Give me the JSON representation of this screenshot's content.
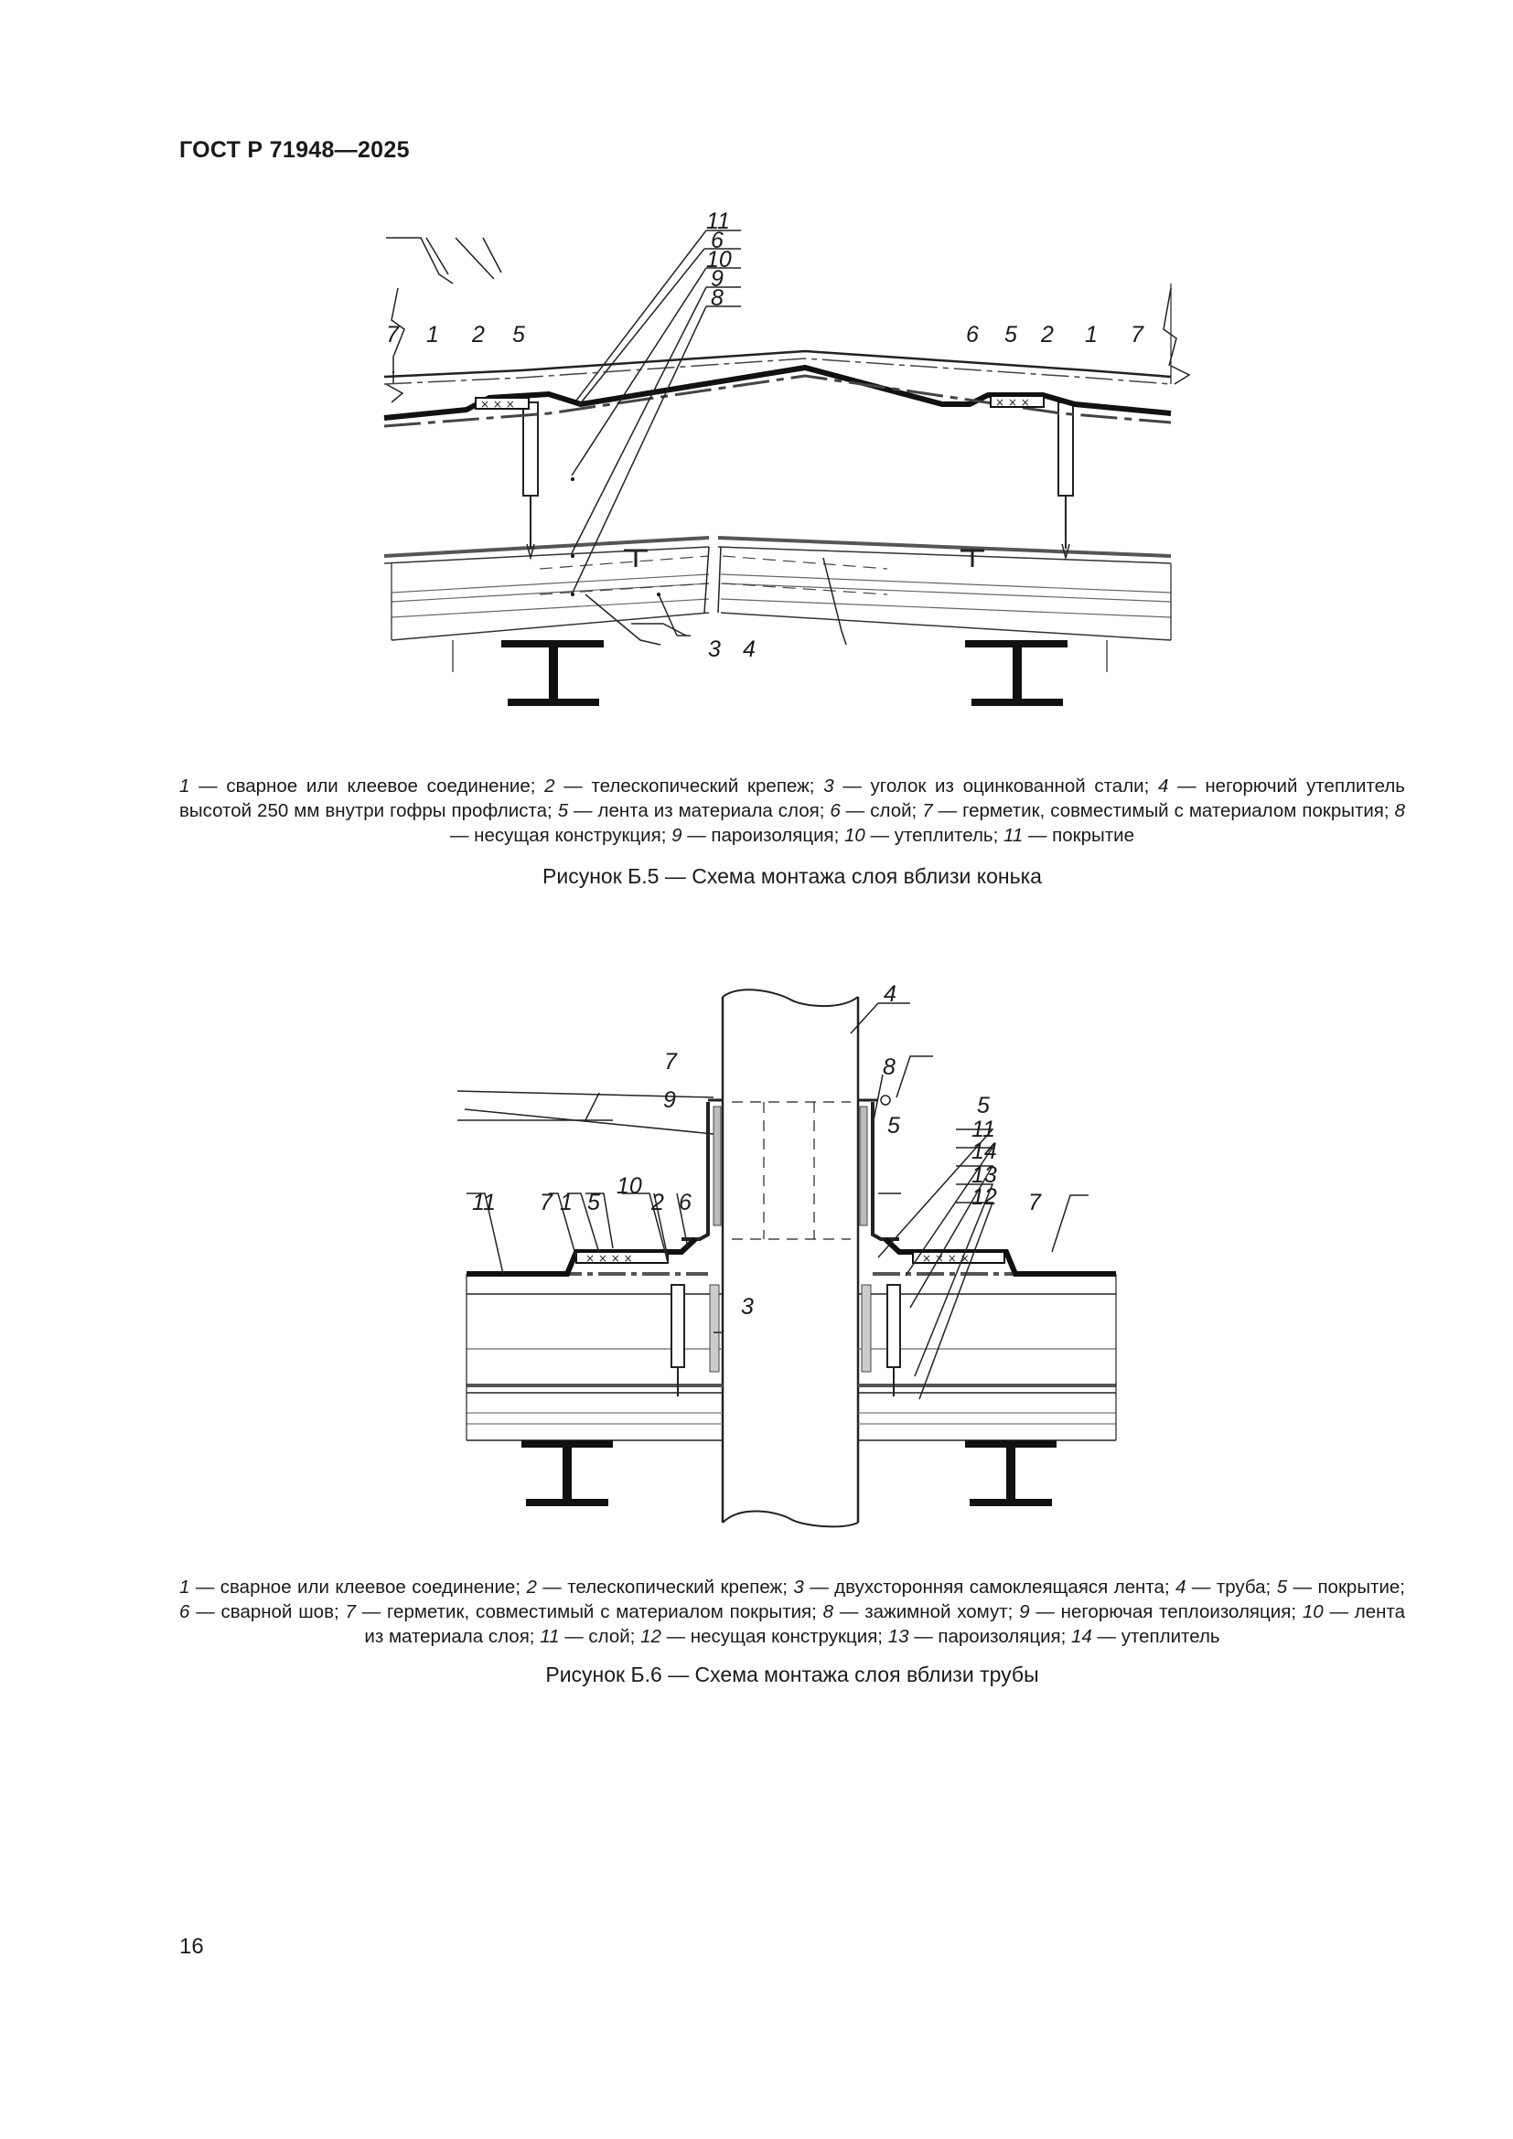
{
  "header": {
    "standard": "ГОСТ Р 71948—2025"
  },
  "figure_b5": {
    "labels": {
      "l11": "11",
      "l6": "6",
      "l10": "10",
      "l9": "9",
      "l8": "8",
      "left_7": "7",
      "left_1": "1",
      "left_2": "2",
      "left_5": "5",
      "right_6": "6",
      "right_5": "5",
      "right_2": "2",
      "right_1": "1",
      "right_7": "7",
      "l3": "3",
      "l4": "4"
    },
    "legend": [
      {
        "num": "1",
        "text": " — сварное или клеевое соединение; "
      },
      {
        "num": "2",
        "text": " — телескопический крепеж; "
      },
      {
        "num": "3",
        "text": " — уголок из оцинкованной стали; "
      },
      {
        "num": "4",
        "text": " — негорючий утеплитель высотой 250 мм внутри гофры профлиста; "
      },
      {
        "num": "5",
        "text": " — лента из материала слоя; "
      },
      {
        "num": "6",
        "text": " — слой; "
      },
      {
        "num": "7",
        "text": " — герметик, совместимый с материалом покрытия; "
      },
      {
        "num": "8",
        "text": " — несущая конструкция; "
      },
      {
        "num": "9",
        "text": " — пароизоляция; "
      },
      {
        "num": "10",
        "text": " — утеплитель; "
      },
      {
        "num": "11",
        "text": " — покрытие"
      }
    ],
    "caption": "Рисунок Б.5 — Схема монтажа слоя вблизи конька"
  },
  "figure_b6": {
    "labels": {
      "l4": "4",
      "l7": "7",
      "l8": "8",
      "l9": "9",
      "l5": "5",
      "left_11": "11",
      "left_7": "7",
      "left_1": "1",
      "left_5": "5",
      "left_10": "10",
      "left_2": "2",
      "left_6": "6",
      "l3": "3",
      "right_5": "5",
      "right_11": "11",
      "right_14": "14",
      "right_13": "13",
      "right_12": "12",
      "right_7": "7"
    },
    "legend": [
      {
        "num": "1",
        "text": " — сварное или клеевое соединение; "
      },
      {
        "num": "2",
        "text": " — телескопический крепеж; "
      },
      {
        "num": "3",
        "text": " — двухсторонняя самоклеящаяся лента; "
      },
      {
        "num": "4",
        "text": " — труба; "
      },
      {
        "num": "5",
        "text": " — покрытие; "
      },
      {
        "num": "6",
        "text": " — сварной шов; "
      },
      {
        "num": "7",
        "text": " — герметик, совместимый с материалом покрытия; "
      },
      {
        "num": "8",
        "text": " — зажимной хомут; "
      },
      {
        "num": "9",
        "text": " — негорючая теплоизоляция; "
      },
      {
        "num": "10",
        "text": " — лента из материала слоя; "
      },
      {
        "num": "11",
        "text": " — слой; "
      },
      {
        "num": "12",
        "text": " — несущая конструкция; "
      },
      {
        "num": "13",
        "text": " — пароизоляция; "
      },
      {
        "num": "14",
        "text": " — утеплитель"
      }
    ],
    "caption": "Рисунок Б.6 — Схема монтажа слоя вблизи трубы"
  },
  "footer": {
    "page_number": "16"
  }
}
